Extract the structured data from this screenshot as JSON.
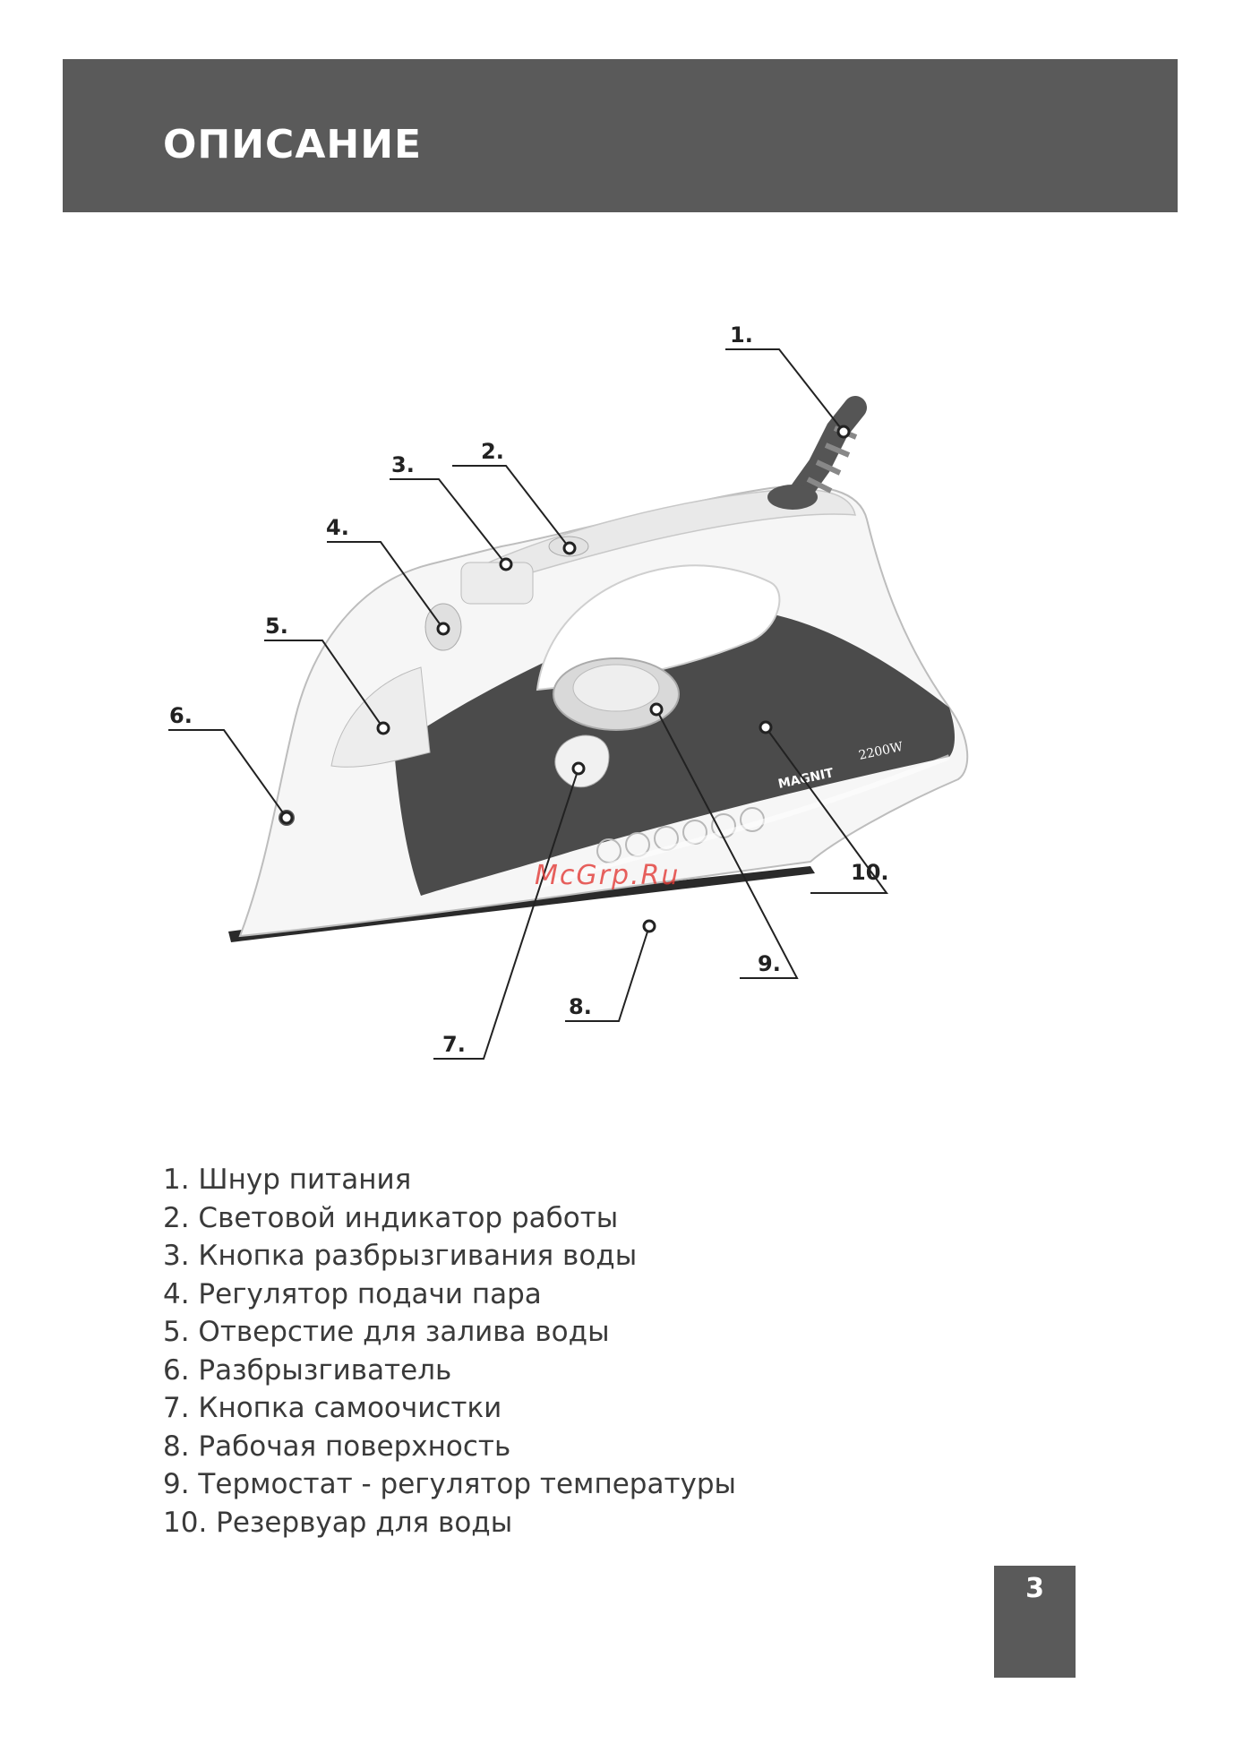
{
  "header": {
    "title": "ОПИСАНИЕ"
  },
  "diagram": {
    "callouts": [
      "1.",
      "2.",
      "3.",
      "4.",
      "5.",
      "6.",
      "7.",
      "8.",
      "9.",
      "10."
    ],
    "device_branding": "MAGNIT",
    "device_power": "2200W",
    "watermark": "McGrp.Ru"
  },
  "legend": [
    "1. Шнур питания",
    "2. Световой индикатор работы",
    "3. Кнопка разбрызгивания воды",
    "4. Регулятор подачи пара",
    "5. Отверстие для залива воды",
    "6. Разбрызгиватель",
    "7. Кнопка самоочистки",
    "8. Рабочая поверхность",
    "9. Термостат - регулятор температуры",
    "10. Резервуар для воды"
  ],
  "page_number": "3",
  "colors": {
    "header_band": "#5a5a5a",
    "iron_dark": "#4b4b4b",
    "watermark": "#e33a36"
  }
}
